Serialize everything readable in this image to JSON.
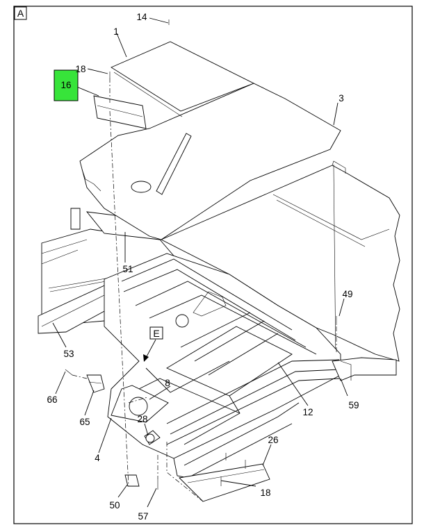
{
  "frame_letter": "A",
  "view_marker": "E",
  "highlight_color": "#37e43a",
  "callouts": [
    {
      "id": "c14",
      "text": "14"
    },
    {
      "id": "c1",
      "text": "1"
    },
    {
      "id": "c18a",
      "text": "18"
    },
    {
      "id": "c16",
      "text": "16"
    },
    {
      "id": "c3",
      "text": "3"
    },
    {
      "id": "c51",
      "text": "51"
    },
    {
      "id": "c49",
      "text": "49"
    },
    {
      "id": "c53",
      "text": "53"
    },
    {
      "id": "c8",
      "text": "8"
    },
    {
      "id": "c12",
      "text": "12"
    },
    {
      "id": "c59",
      "text": "59"
    },
    {
      "id": "c66",
      "text": "66"
    },
    {
      "id": "c65",
      "text": "65"
    },
    {
      "id": "c28",
      "text": "28"
    },
    {
      "id": "c4",
      "text": "4"
    },
    {
      "id": "c26",
      "text": "26"
    },
    {
      "id": "c18b",
      "text": "18"
    },
    {
      "id": "c50",
      "text": "50"
    },
    {
      "id": "c57",
      "text": "57"
    }
  ]
}
